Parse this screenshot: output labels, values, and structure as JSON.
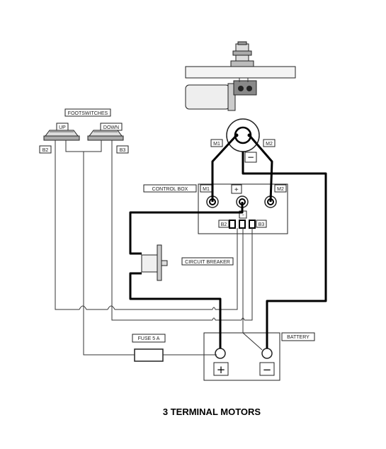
{
  "labels": {
    "footswitches": "FOOTSWITCHES",
    "up": "UP",
    "down": "DOWN",
    "b2_left": "B2",
    "b3_left": "B3",
    "m1_motor": "M1",
    "m2_motor": "M2",
    "minus_motor": "−",
    "control_box": "CONTROL BOX",
    "m1_box": "M1",
    "plus_box": "+",
    "m2_box": "M2",
    "minus_box": "−",
    "b2_box": "B2",
    "b3_box": "B3",
    "circuit_breaker": "CIRCUIT BREAKER",
    "fuse": "FUSE 5 A",
    "battery": "BATTERY",
    "battery_plus": "+",
    "battery_minus": "−"
  },
  "caption": "3 TERMINAL MOTORS"
}
